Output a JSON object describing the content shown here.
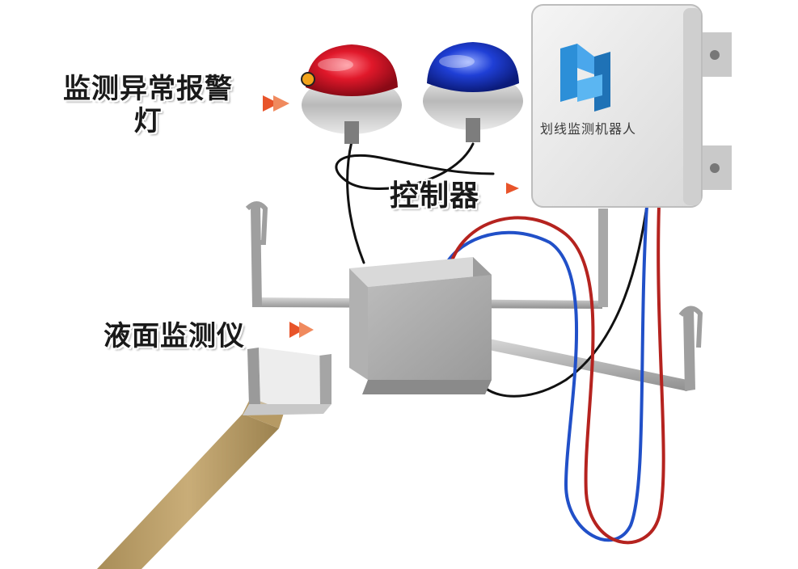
{
  "callouts": {
    "alarm_light": [
      "监测异常报警",
      "灯"
    ],
    "controller": "控制器",
    "level_meter": "液面监测仪"
  },
  "device": {
    "box_label": "划线监测机器人"
  },
  "colors": {
    "arrow": "#e8542a",
    "red_lamp": "#e0182a",
    "blue_lamp": "#1f3fd6",
    "logo": "#2c8fd8",
    "wire_red": "#b5231f",
    "wire_blue": "#2150c8",
    "wire_black": "#111111"
  }
}
